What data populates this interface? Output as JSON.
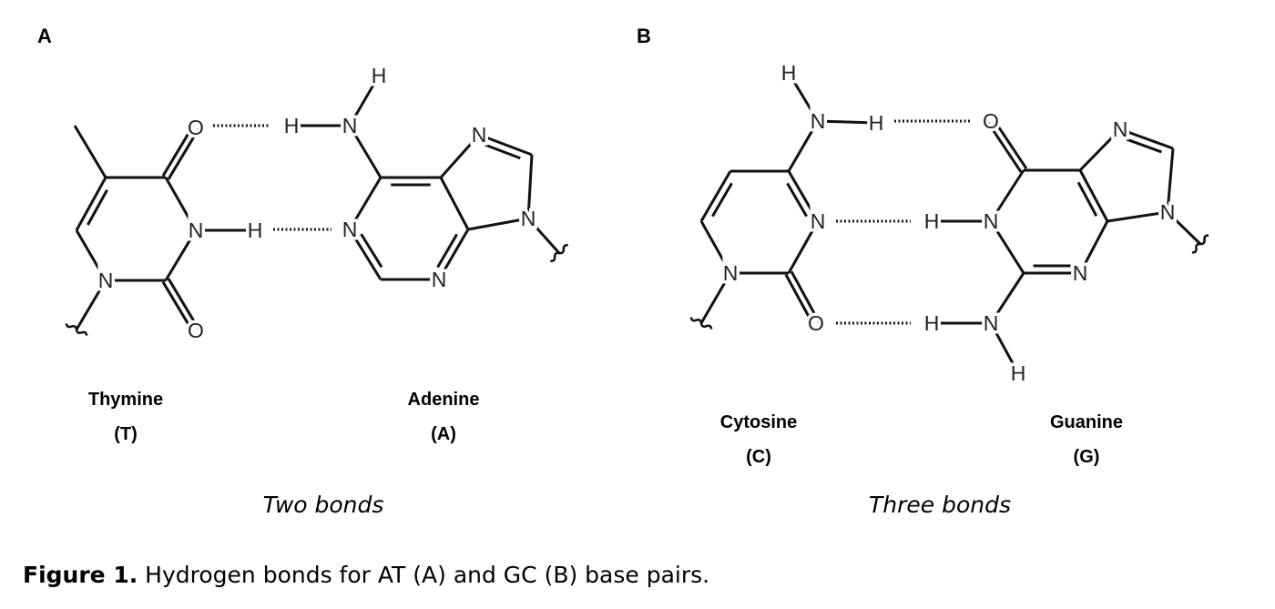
{
  "panels": {
    "a": {
      "letter": "A",
      "left_name": "Thymine",
      "left_abbr": "(T)",
      "right_name": "Adenine",
      "right_abbr": "(A)",
      "bond_note": "Two bonds"
    },
    "b": {
      "letter": "B",
      "left_name": "Cytosine",
      "left_abbr": "(C)",
      "right_name": "Guanine",
      "right_abbr": "(G)",
      "bond_note": "Three bonds"
    }
  },
  "atom_symbols": {
    "N": "N",
    "H": "H",
    "O": "O"
  },
  "caption": {
    "label": "Figure 1.",
    "text": " Hydrogen bonds for AT (A) and GC (B) base pairs."
  }
}
